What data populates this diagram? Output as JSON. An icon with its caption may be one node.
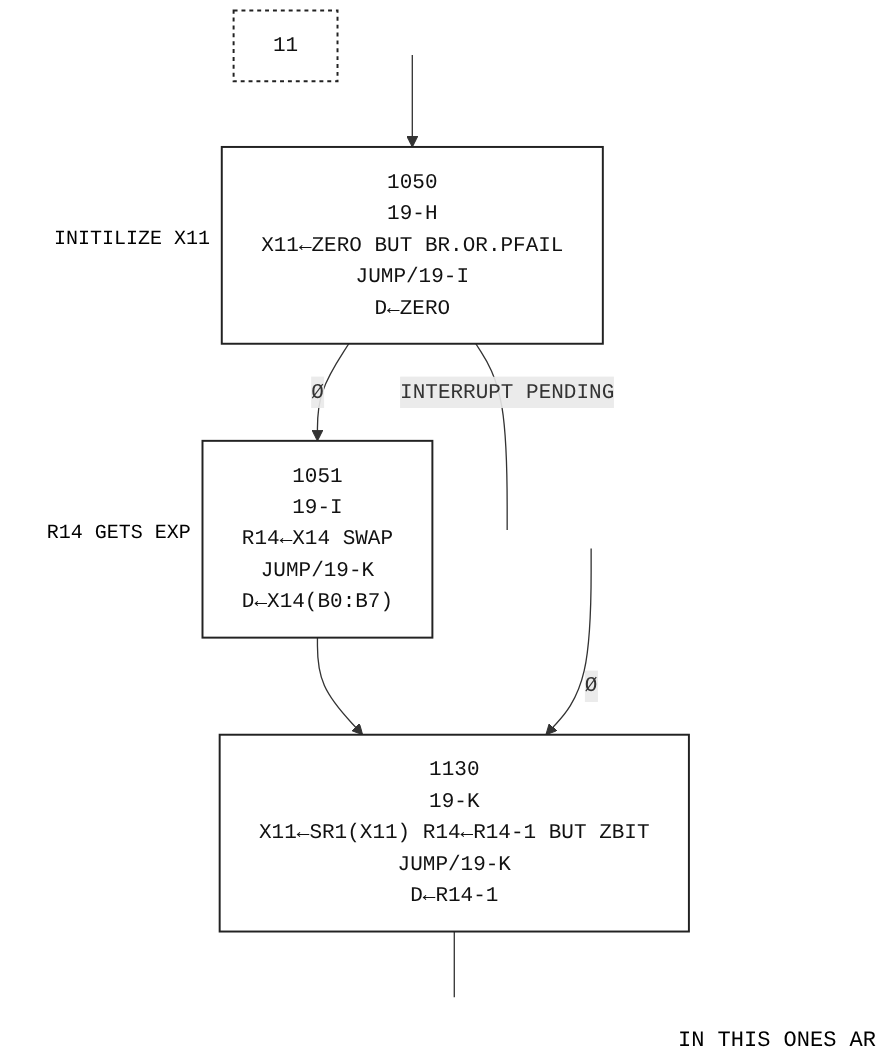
{
  "diagram": {
    "nodes": [
      {
        "text": [
          "1050",
          "19-H",
          "X11←ZERO BUT BR.OR.PFAIL",
          "JUMP/19-I",
          "D←ZERO"
        ],
        "beside": [
          "INITILIZE X11"
        ]
      },
      {
        "text": [
          "1051",
          "19-I",
          "R14←X14 SWAP",
          "JUMP/19-K",
          "D←X14(B0:B7)"
        ],
        "beside": [
          "R14 GETS EXP"
        ]
      },
      {
        "text": [
          "11"
        ]
      },
      {
        "text": [
          "1130",
          "19-K",
          "X11←SR1(X11) R14←R14-1 BUT ZBIT",
          "JUMP/19-K",
          "D←R14-1"
        ]
      }
    ],
    "edges": [
      {
        "from": null,
        "to": 0,
        "arrow": "to"
      },
      {
        "from": 0,
        "to": 1,
        "arrow": "to",
        "label": "Ø"
      },
      {
        "from": 0,
        "to": null,
        "arrow": "none",
        "label": "INTERRUPT PENDING"
      },
      {
        "from": 1,
        "to": 3,
        "arrow": "to"
      },
      {
        "from": null,
        "to": 3,
        "arrow": "to",
        "label": "Ø"
      },
      {
        "from": 3,
        "to": null,
        "arrow": "none"
      }
    ],
    "labels": [
      "IN THIS ONES AR"
    ]
  }
}
